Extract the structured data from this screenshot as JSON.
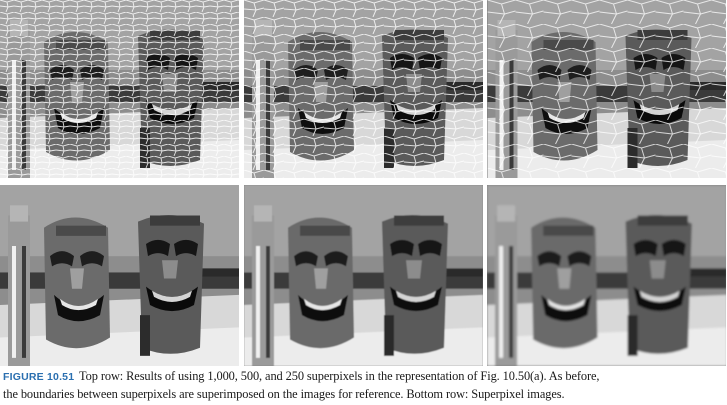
{
  "figure": {
    "label": "FIGURE 10.51",
    "label_color": "#2a6fb0",
    "caption_line1": "Top row: Results of using 1,000, 500, and 250 superpixels in the representation of Fig. 10.50(a). As before,",
    "caption_line2": "the boundaries between superpixels are superimposed on the images for reference. Bottom row: Superpixel images."
  },
  "panels": {
    "top": [
      {
        "superpixels": 1000
      },
      {
        "superpixels": 500
      },
      {
        "superpixels": 250
      }
    ],
    "bottom": [
      {
        "superpixels": 1000
      },
      {
        "superpixels": 500
      },
      {
        "superpixels": 250
      }
    ]
  }
}
